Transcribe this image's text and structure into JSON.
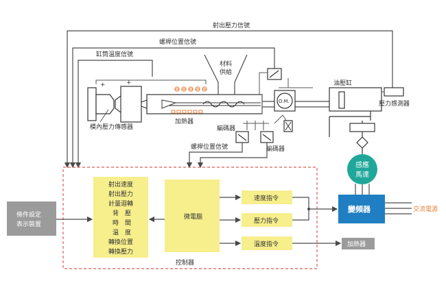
{
  "colors": {
    "yellow": "#f7ee8c",
    "blue": "#1f7fc2",
    "teal": "#1fa79a",
    "gray": "#9b9b9b",
    "dashed_border": "#e05a4f",
    "heater_orange": "#e8823a",
    "ac_power": "#e8823a",
    "line": "#4a4a4a"
  },
  "signals": {
    "injection_pressure": "射出壓力信號",
    "screw_position_top": "螺桿位置信號",
    "barrel_temperature": "缸筒溫度信號",
    "screw_position_bottom": "螺桿位置信號"
  },
  "machine": {
    "material_feed": [
      "材料",
      "供給"
    ],
    "oil_cylinder": "油壓缸",
    "pressure_sensor": "壓力感測器",
    "om": "O.M.",
    "heater": "加熱器",
    "encoder_left": "編碼器",
    "encoder_right": "編碼器",
    "mold_pressure_sensor": "模內壓力傳感器",
    "plus_left": "+",
    "plus_right": "+"
  },
  "control": {
    "params": [
      "射出速度",
      "射出壓力",
      "計量迴轉",
      "背　壓",
      "時　間",
      "溫　度",
      "轉換位置",
      "轉換壓力"
    ],
    "microcomputer": "微電腦",
    "speed_command": "速度指令",
    "pressure_command": "壓力指令",
    "temperature_command": "溫度指令",
    "controller": "控制器",
    "heater_output": "加熱器",
    "inverter": "變頻器",
    "ac_power": "交流電源",
    "induction_motor": [
      "感應",
      "馬達"
    ],
    "settings_display": [
      "條件設定",
      "表示裝置"
    ]
  }
}
